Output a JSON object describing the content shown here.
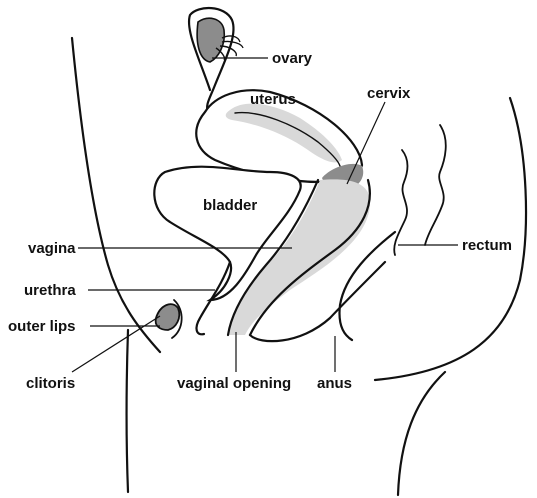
{
  "labels": {
    "ovary": "ovary",
    "uterus": "uterus",
    "cervix": "cervix",
    "bladder": "bladder",
    "vagina": "vagina",
    "rectum": "rectum",
    "urethra": "urethra",
    "outer_lips": "outer lips",
    "clitoris": "clitoris",
    "vaginal_opening": "vaginal opening",
    "anus": "anus"
  },
  "colors": {
    "outline": "#111111",
    "fill_light": "#d9d9d9",
    "fill_dark": "#8c8c8c",
    "background": "#ffffff"
  }
}
